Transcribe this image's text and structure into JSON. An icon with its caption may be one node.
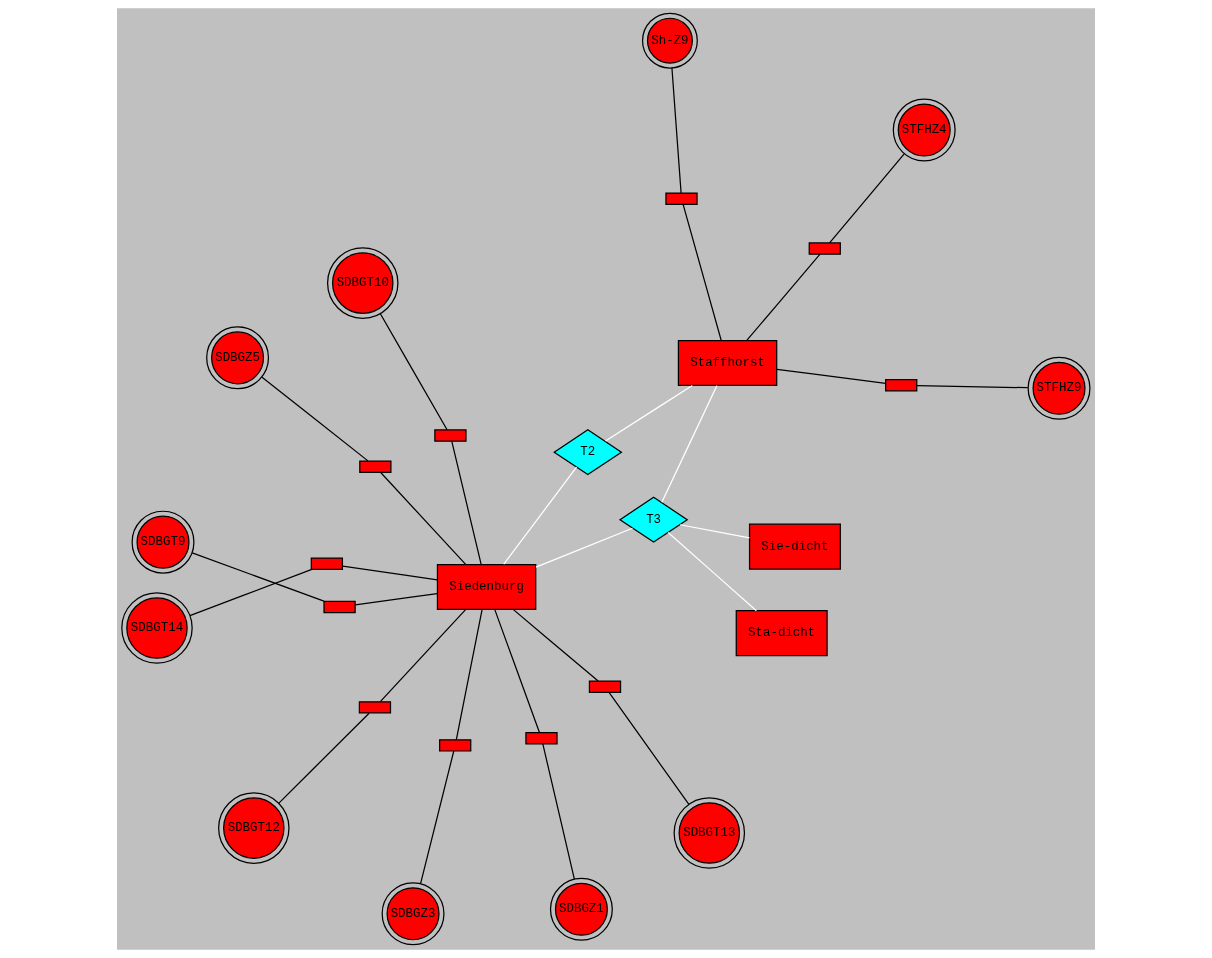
{
  "diagram": {
    "nodes": [
      {
        "text": [
          "Sta-dicht"
        ]
      },
      {
        "text": [
          "Sie-dicht"
        ]
      },
      {
        "text": [
          "T3"
        ]
      },
      {
        "text": [
          "Siedenburg"
        ]
      },
      {
        "text": [],
        "shape": "bar"
      },
      {
        "text": [],
        "shape": "bar"
      },
      {
        "text": [],
        "shape": "bar"
      },
      {
        "text": [],
        "shape": "bar"
      },
      {
        "text": [],
        "shape": "bar"
      },
      {
        "text": [],
        "shape": "bar"
      },
      {
        "text": [],
        "shape": "bar"
      },
      {
        "text": [],
        "shape": "bar"
      },
      {
        "text": [
          "SDBGT13"
        ]
      },
      {
        "text": [
          "SDBGT10"
        ]
      },
      {
        "text": [
          "SDBGZ5"
        ]
      },
      {
        "text": [
          "SDBGZ1"
        ]
      },
      {
        "text": [
          "SDBGZ3"
        ]
      },
      {
        "text": [
          "SDBGT9"
        ]
      },
      {
        "text": [
          "SDBGT12"
        ]
      },
      {
        "text": [
          "SDBGT14"
        ]
      },
      {
        "text": [
          "T2"
        ]
      },
      {
        "text": [
          "Staffhorst"
        ]
      },
      {
        "text": [],
        "shape": "bar"
      },
      {
        "text": [],
        "shape": "bar"
      },
      {
        "text": [],
        "shape": "bar"
      },
      {
        "text": [
          "STFHZ9"
        ]
      },
      {
        "text": [
          "STFHZ4"
        ]
      },
      {
        "text": [
          "Sh-Z9"
        ]
      }
    ],
    "edges": [
      {
        "from": 0,
        "to": 2,
        "arrow": "none",
        "color": "#ffffff"
      },
      {
        "from": 1,
        "to": 2,
        "arrow": "none",
        "color": "#ffffff"
      },
      {
        "from": 2,
        "to": 3,
        "arrow": "none",
        "color": "#ffffff"
      },
      {
        "from": 2,
        "to": 21,
        "arrow": "none",
        "color": "#ffffff"
      },
      {
        "from": 3,
        "to": 20,
        "arrow": "none",
        "color": "#ffffff"
      },
      {
        "from": 20,
        "to": 21,
        "arrow": "none",
        "color": "#ffffff"
      },
      {
        "from": 3,
        "to": 4,
        "arrow": "none"
      },
      {
        "from": 4,
        "to": 12,
        "arrow": "none"
      },
      {
        "from": 3,
        "to": 5,
        "arrow": "none"
      },
      {
        "from": 5,
        "to": 13,
        "arrow": "none"
      },
      {
        "from": 3,
        "to": 6,
        "arrow": "none"
      },
      {
        "from": 6,
        "to": 14,
        "arrow": "none"
      },
      {
        "from": 3,
        "to": 7,
        "arrow": "none"
      },
      {
        "from": 7,
        "to": 15,
        "arrow": "none"
      },
      {
        "from": 3,
        "to": 8,
        "arrow": "none"
      },
      {
        "from": 8,
        "to": 16,
        "arrow": "none"
      },
      {
        "from": 3,
        "to": 9,
        "arrow": "none"
      },
      {
        "from": 9,
        "to": 17,
        "arrow": "none"
      },
      {
        "from": 3,
        "to": 10,
        "arrow": "none"
      },
      {
        "from": 10,
        "to": 18,
        "arrow": "none"
      },
      {
        "from": 3,
        "to": 11,
        "arrow": "none"
      },
      {
        "from": 11,
        "to": 19,
        "arrow": "none"
      },
      {
        "from": 21,
        "to": 22,
        "arrow": "none"
      },
      {
        "from": 22,
        "to": 25,
        "arrow": "none"
      },
      {
        "from": 21,
        "to": 23,
        "arrow": "none"
      },
      {
        "from": 23,
        "to": 26,
        "arrow": "none"
      },
      {
        "from": 21,
        "to": 24,
        "arrow": "none"
      },
      {
        "from": 24,
        "to": 27,
        "arrow": "none"
      }
    ]
  }
}
